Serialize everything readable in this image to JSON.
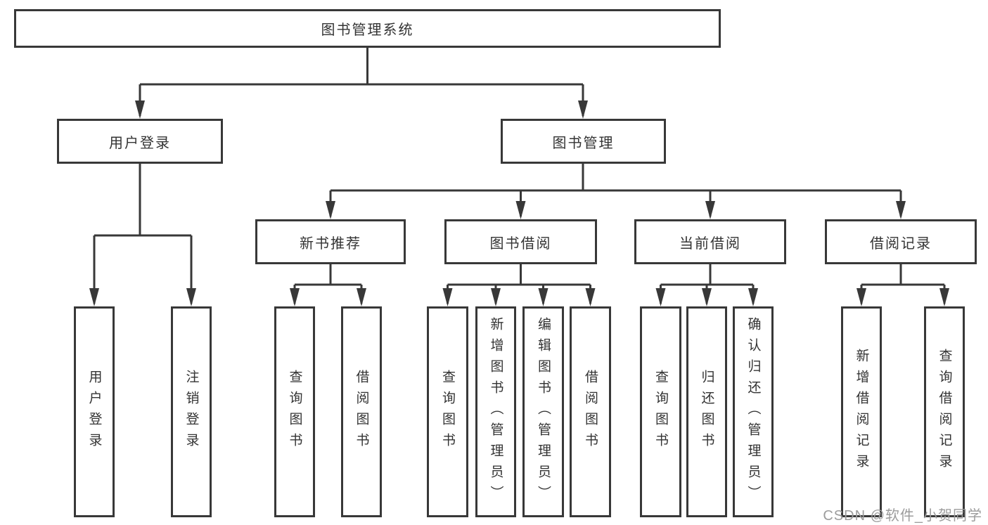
{
  "diagram": {
    "title": "图书管理系统",
    "root": {
      "label": "图书管理系统"
    },
    "level2": [
      {
        "label": "用户登录"
      },
      {
        "label": "图书管理"
      }
    ],
    "level3": [
      {
        "label": "新书推荐",
        "parent": "图书管理"
      },
      {
        "label": "图书借阅",
        "parent": "图书管理"
      },
      {
        "label": "当前借阅",
        "parent": "图书管理"
      },
      {
        "label": "借阅记录",
        "parent": "图书管理"
      }
    ],
    "leaves": [
      {
        "label": "用户登录",
        "parent": "用户登录"
      },
      {
        "label": "注销登录",
        "parent": "用户登录"
      },
      {
        "label": "查询图书",
        "parent": "新书推荐"
      },
      {
        "label": "借阅图书",
        "parent": "新书推荐"
      },
      {
        "label": "查询图书",
        "parent": "图书借阅"
      },
      {
        "label": "新增图书（管理员）",
        "parent": "图书借阅"
      },
      {
        "label": "编辑图书（管理员）",
        "parent": "图书借阅"
      },
      {
        "label": "借阅图书",
        "parent": "图书借阅"
      },
      {
        "label": "查询图书",
        "parent": "当前借阅"
      },
      {
        "label": "归还图书",
        "parent": "当前借阅"
      },
      {
        "label": "确认归还（管理员）",
        "parent": "当前借阅"
      },
      {
        "label": "新增借阅记录",
        "parent": "借阅记录"
      },
      {
        "label": "查询借阅记录",
        "parent": "借阅记录"
      }
    ]
  },
  "watermark": {
    "text": "CSDN @软件_小贺同学",
    "color": "#9c9c9c"
  },
  "colors": {
    "line": "#383838",
    "box_border": "#383838",
    "text": "#333333",
    "background": "#ffffff"
  }
}
